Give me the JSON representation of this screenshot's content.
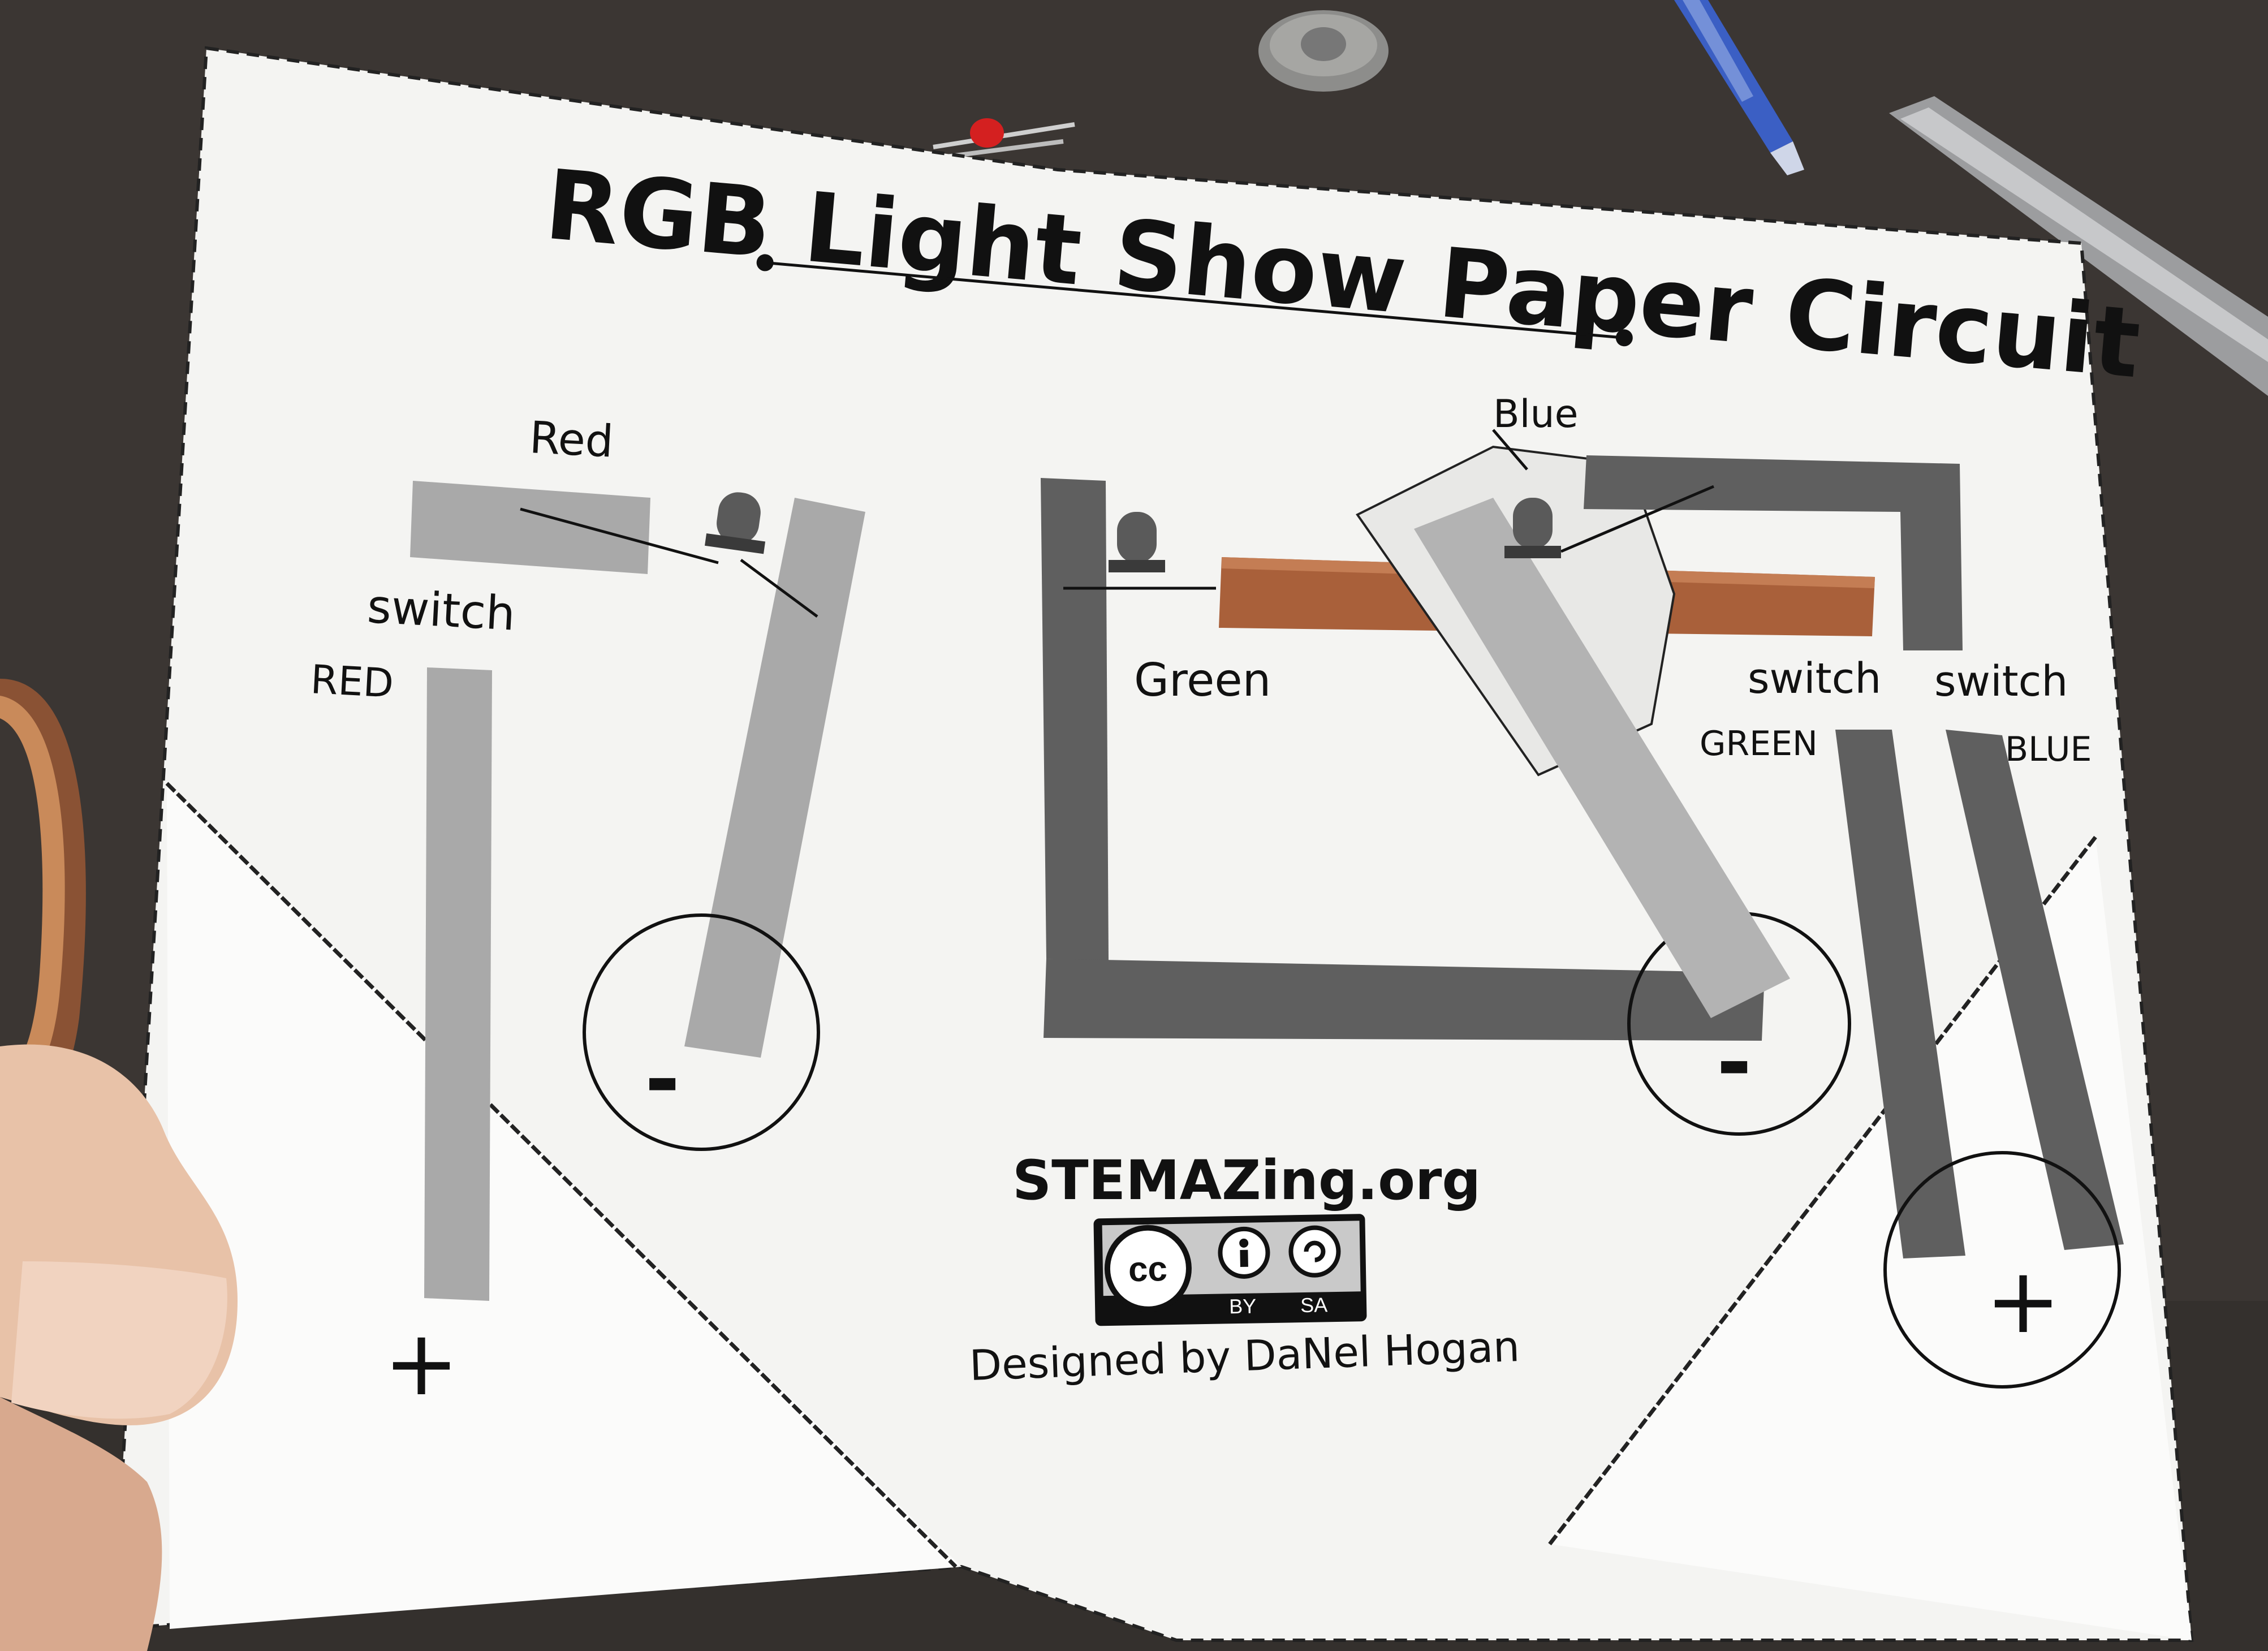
{
  "title": "RGB Light Show Paper Circuit",
  "labels": {
    "red": "Red",
    "red_caps": "RED",
    "switch_red": "switch",
    "blue": "Blue",
    "green": "Green",
    "green_caps": "GREEN",
    "blue_caps": "BLUE",
    "switch_green": "switch",
    "switch_blue": "switch"
  },
  "symbols": {
    "minus_left": "-",
    "minus_right": "-",
    "plus_left": "+",
    "plus_right": "+"
  },
  "footer": {
    "site": "STEMAZing.org",
    "credit": "Designed by DaNel Hogan"
  },
  "license_badge": {
    "cc": "cc",
    "by": "BY",
    "sa": "SA"
  },
  "colors": {
    "table": "#3a3532",
    "paper": "#f7f7f5",
    "trace_light": "#a9a9a9",
    "trace_dark": "#5b5b5b",
    "copper_tape": "#a9603a"
  }
}
